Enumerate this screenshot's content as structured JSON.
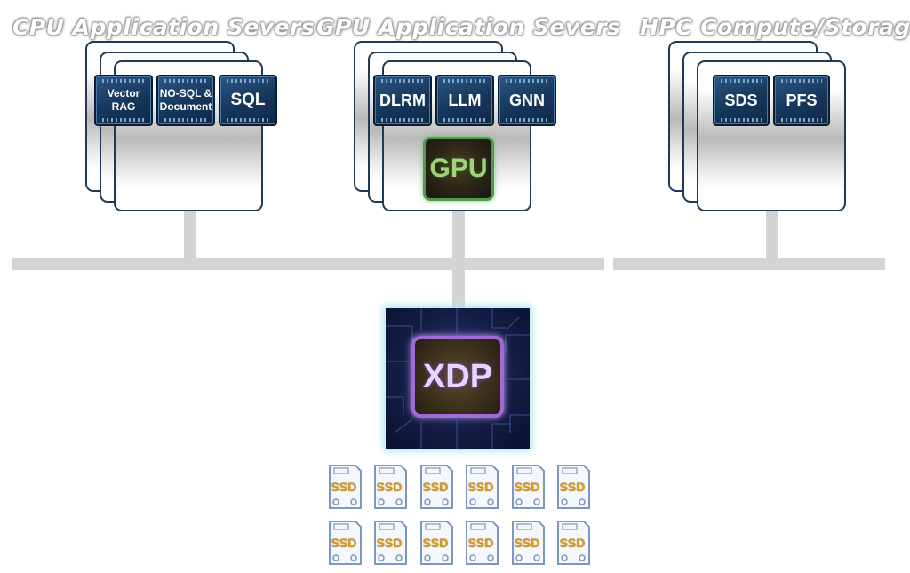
{
  "groups": {
    "cpu": {
      "title": "CPU Application Severs",
      "apps": [
        "Vector RAG",
        "NO-SQL & Document",
        "SQL"
      ]
    },
    "gpu": {
      "title": "GPU Application Severs",
      "apps": [
        "DLRM",
        "LLM",
        "GNN"
      ],
      "accelerator": "GPU"
    },
    "hpc": {
      "title": "HPC Compute/Storage",
      "apps": [
        "SDS",
        "PFS"
      ]
    }
  },
  "xdp": {
    "label": "XDP"
  },
  "ssd": {
    "label": "SSD",
    "count": 12
  },
  "colors": {
    "server_border": "#1f3a56",
    "chip_fill": "#15365a",
    "network_bar": "#d4d4d4",
    "gpu_glow": "#4f9a4f",
    "xdp_glow": "#aee8ee",
    "xdp_border": "#a06ad8",
    "ssd_outline": "#7e97bf",
    "ssd_label": "#d99a1c"
  },
  "icons": [
    "server-rack-icon",
    "chip-icon",
    "gpu-chip-icon",
    "xdp-chip-icon",
    "ssd-drive-icon"
  ]
}
